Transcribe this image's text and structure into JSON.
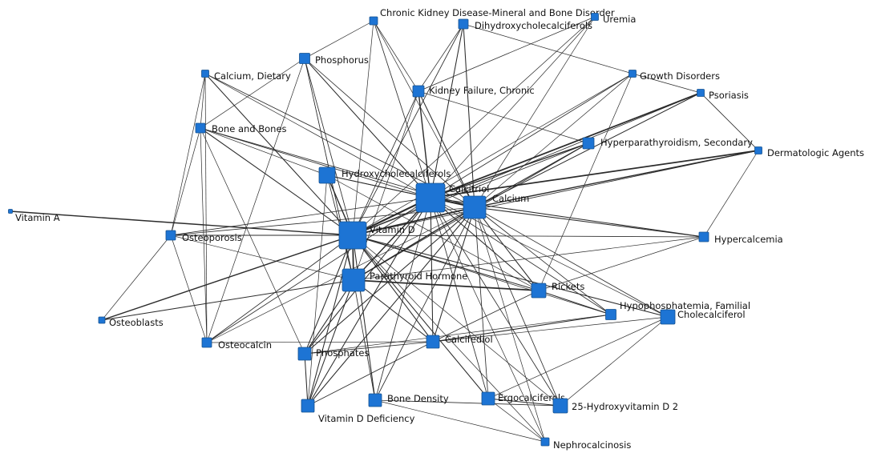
{
  "colors": {
    "node": "#1d74d4",
    "node_border": "#16518f",
    "edge": "#2b2b2b",
    "background": "#ffffff"
  },
  "nodes": [
    {
      "id": "ckd_mbd",
      "label": "Chronic Kidney Disease-Mineral and Bone Disorder"
    },
    {
      "id": "dihydroxy",
      "label": "Dihydroxycholecalciferols"
    },
    {
      "id": "uremia",
      "label": "Uremia"
    },
    {
      "id": "phosphorus",
      "label": "Phosphorus"
    },
    {
      "id": "calcium_dietary",
      "label": "Calcium, Dietary"
    },
    {
      "id": "growth",
      "label": "Growth Disorders"
    },
    {
      "id": "kidney_failure",
      "label": "Kidney Failure, Chronic"
    },
    {
      "id": "psoriasis",
      "label": "Psoriasis"
    },
    {
      "id": "bone_bones",
      "label": "Bone and Bones"
    },
    {
      "id": "hyperpara",
      "label": "Hyperparathyroidism, Secondary"
    },
    {
      "id": "dermatologic",
      "label": "Dermatologic Agents"
    },
    {
      "id": "hydroxychole",
      "label": "Hydroxycholecalciferols"
    },
    {
      "id": "calcitriol",
      "label": "Calcitriol"
    },
    {
      "id": "calcium",
      "label": "Calcium"
    },
    {
      "id": "vitamin_a",
      "label": "Vitamin A"
    },
    {
      "id": "vitamin_d",
      "label": "Vitamin D"
    },
    {
      "id": "osteoporosis",
      "label": "Osteoporosis"
    },
    {
      "id": "hypercalcemia",
      "label": "Hypercalcemia"
    },
    {
      "id": "pth",
      "label": "Parathyroid Hormone"
    },
    {
      "id": "rickets",
      "label": "Rickets"
    },
    {
      "id": "hypophos",
      "label": "Hypophosphatemia, Familial"
    },
    {
      "id": "cholecalciferol",
      "label": "Cholecalciferol"
    },
    {
      "id": "osteoblasts",
      "label": "Osteoblasts"
    },
    {
      "id": "osteocalcin",
      "label": "Osteocalcin"
    },
    {
      "id": "calcifediol",
      "label": "Calcifediol"
    },
    {
      "id": "phosphates",
      "label": "Phosphates"
    },
    {
      "id": "bone_density",
      "label": "Bone Density"
    },
    {
      "id": "ergocalciferols",
      "label": "Ergocalciferols"
    },
    {
      "id": "hydroxyvitd2",
      "label": "25-Hydroxyvitamin D 2"
    },
    {
      "id": "vitd_deficiency",
      "label": "Vitamin D Deficiency"
    },
    {
      "id": "nephrocalcinosis",
      "label": "Nephrocalcinosis"
    }
  ],
  "edges": [
    [
      "vitamin_d",
      "calcitriol",
      3
    ],
    [
      "vitamin_d",
      "calcium",
      2.5
    ],
    [
      "vitamin_d",
      "pth",
      2.5
    ],
    [
      "vitamin_d",
      "hydroxychole",
      2
    ],
    [
      "calcitriol",
      "calcium",
      3
    ],
    [
      "calcitriol",
      "pth",
      2
    ],
    [
      "calcium",
      "pth",
      2
    ],
    [
      "pth",
      "rickets",
      2.5
    ],
    [
      "calcitriol",
      "psoriasis",
      2.5
    ],
    [
      "calcitriol",
      "dermatologic",
      2.5
    ],
    [
      "calcium",
      "dermatologic",
      2
    ],
    [
      "calcium",
      "psoriasis",
      1.5
    ],
    [
      "vitamin_d",
      "vitamin_a",
      2
    ],
    [
      "vitamin_d",
      "osteoblasts",
      2
    ],
    [
      "pth",
      "osteoblasts",
      1.5
    ],
    [
      "calcitriol",
      "hyperpara",
      2
    ],
    [
      "calcium",
      "hyperpara",
      1.5
    ],
    [
      "calcitriol",
      "kidney_failure",
      2
    ],
    [
      "calcium",
      "kidney_failure",
      1.5
    ],
    [
      "calcitriol",
      "dihydroxy",
      1.5
    ],
    [
      "calcium",
      "dihydroxy",
      1.5
    ],
    [
      "vitamin_d",
      "dihydroxy",
      1.2
    ],
    [
      "calcitriol",
      "ckd_mbd",
      1.2
    ],
    [
      "calcitriol",
      "phosphorus",
      1.5
    ],
    [
      "calcium",
      "phosphorus",
      1.2
    ],
    [
      "vitamin_d",
      "phosphorus",
      1.2
    ],
    [
      "pth",
      "phosphorus",
      1
    ],
    [
      "calcium_dietary",
      "vitamin_d",
      1.5
    ],
    [
      "calcium_dietary",
      "calcium",
      1.2
    ],
    [
      "calcium_dietary",
      "calcitriol",
      1
    ],
    [
      "bone_bones",
      "vitamin_d",
      1.5
    ],
    [
      "bone_bones",
      "calcitriol",
      1.2
    ],
    [
      "bone_bones",
      "calcium",
      1.2
    ],
    [
      "bone_bones",
      "hydroxychole",
      1
    ],
    [
      "osteoporosis",
      "vitamin_d",
      1.5
    ],
    [
      "osteoporosis",
      "calcium",
      1.2
    ],
    [
      "osteoporosis",
      "calcitriol",
      1.2
    ],
    [
      "osteoporosis",
      "pth",
      1
    ],
    [
      "calcium",
      "hypercalcemia",
      1.5
    ],
    [
      "calcitriol",
      "hypercalcemia",
      1.5
    ],
    [
      "vitamin_d",
      "hypercalcemia",
      1.2
    ],
    [
      "rickets",
      "hypophos",
      1.5
    ],
    [
      "calcitriol",
      "rickets",
      1.5
    ],
    [
      "calcium",
      "rickets",
      1.5
    ],
    [
      "vitamin_d",
      "rickets",
      1.5
    ],
    [
      "calcitriol",
      "hypophos",
      1.2
    ],
    [
      "calcium",
      "hypophos",
      1.2
    ],
    [
      "vitamin_d",
      "cholecalciferol",
      1.5
    ],
    [
      "calcium",
      "cholecalciferol",
      1.2
    ],
    [
      "calcifediol",
      "vitamin_d",
      1.5
    ],
    [
      "calcifediol",
      "calcitriol",
      1.5
    ],
    [
      "calcifediol",
      "calcium",
      1.5
    ],
    [
      "calcifediol",
      "pth",
      1.5
    ],
    [
      "calcifediol",
      "rickets",
      1.2
    ],
    [
      "calcifediol",
      "hypophos",
      1.5
    ],
    [
      "calcifediol",
      "phosphates",
      1.2
    ],
    [
      "phosphates",
      "calcitriol",
      1.5
    ],
    [
      "phosphates",
      "calcium",
      1.5
    ],
    [
      "phosphates",
      "vitamin_d",
      1.5
    ],
    [
      "phosphates",
      "pth",
      1.5
    ],
    [
      "bone_density",
      "vitamin_d",
      1.5
    ],
    [
      "bone_density",
      "calcitriol",
      1.2
    ],
    [
      "bone_density",
      "calcium",
      1.2
    ],
    [
      "bone_density",
      "pth",
      1.2
    ],
    [
      "ergocalciferols",
      "vitamin_d",
      1.5
    ],
    [
      "ergocalciferols",
      "calcitriol",
      1.2
    ],
    [
      "ergocalciferols",
      "calcium",
      1.2
    ],
    [
      "ergocalciferols",
      "hydroxyvitd2",
      1.5
    ],
    [
      "hydroxyvitd2",
      "calcitriol",
      1.2
    ],
    [
      "hydroxyvitd2",
      "calcium",
      1.2
    ],
    [
      "hydroxyvitd2",
      "vitamin_d",
      1
    ],
    [
      "hydroxyvitd2",
      "bone_density",
      1.2
    ],
    [
      "vitd_deficiency",
      "vitamin_d",
      1.5
    ],
    [
      "vitd_deficiency",
      "calcitriol",
      1.5
    ],
    [
      "vitd_deficiency",
      "calcium",
      1.5
    ],
    [
      "vitd_deficiency",
      "pth",
      1.5
    ],
    [
      "vitd_deficiency",
      "phosphates",
      1.5
    ],
    [
      "vitd_deficiency",
      "calcifediol",
      1.2
    ],
    [
      "vitd_deficiency",
      "hydroxychole",
      1
    ],
    [
      "nephrocalcinosis",
      "calcitriol",
      1
    ],
    [
      "nephrocalcinosis",
      "calcium",
      1
    ],
    [
      "nephrocalcinosis",
      "vitamin_d",
      1
    ],
    [
      "nephrocalcinosis",
      "bone_density",
      1
    ],
    [
      "nephrocalcinosis",
      "ergocalciferols",
      1
    ],
    [
      "osteocalcin",
      "vitamin_d",
      1.2
    ],
    [
      "osteocalcin",
      "calcitriol",
      1.2
    ],
    [
      "osteocalcin",
      "calcium",
      1
    ],
    [
      "osteocalcin",
      "calcifediol",
      1
    ],
    [
      "hydroxychole",
      "calcitriol",
      1.5
    ],
    [
      "hydroxychole",
      "calcium",
      1.2
    ],
    [
      "hydroxychole",
      "pth",
      1.2
    ],
    [
      "hydroxychole",
      "rickets",
      1
    ],
    [
      "growth",
      "calcitriol",
      1.2
    ],
    [
      "growth",
      "calcium",
      1
    ],
    [
      "growth",
      "vitamin_d",
      1
    ],
    [
      "growth",
      "rickets",
      1
    ],
    [
      "growth",
      "psoriasis",
      1
    ],
    [
      "uremia",
      "calcitriol",
      1
    ],
    [
      "uremia",
      "calcium",
      1
    ],
    [
      "uremia",
      "vitamin_d",
      1
    ],
    [
      "uremia",
      "kidney_failure",
      1
    ],
    [
      "ckd_mbd",
      "calcium",
      1
    ],
    [
      "ckd_mbd",
      "vitamin_d",
      1
    ],
    [
      "ckd_mbd",
      "phosphorus",
      1
    ],
    [
      "ckd_mbd",
      "kidney_failure",
      1
    ],
    [
      "kidney_failure",
      "vitamin_d",
      1.2
    ],
    [
      "kidney_failure",
      "pth",
      1
    ],
    [
      "kidney_failure",
      "hyperpara",
      1
    ],
    [
      "hyperpara",
      "vitamin_d",
      1.2
    ],
    [
      "hyperpara",
      "pth",
      1.2
    ],
    [
      "dihydroxy",
      "kidney_failure",
      1
    ],
    [
      "dihydroxy",
      "growth",
      1
    ],
    [
      "psoriasis",
      "dermatologic",
      1.2
    ],
    [
      "psoriasis",
      "vitamin_d",
      1.2
    ],
    [
      "dermatologic",
      "vitamin_d",
      1.2
    ],
    [
      "dermatologic",
      "hypercalcemia",
      1
    ],
    [
      "bone_bones",
      "osteocalcin",
      1
    ],
    [
      "bone_bones",
      "osteoporosis",
      1
    ],
    [
      "osteoporosis",
      "osteoblasts",
      1
    ],
    [
      "osteoporosis",
      "osteocalcin",
      1
    ],
    [
      "bone_bones",
      "phosphates",
      1
    ],
    [
      "calcium_dietary",
      "bone_bones",
      1
    ],
    [
      "calcium_dietary",
      "osteoporosis",
      1
    ],
    [
      "cholecalciferol",
      "calcitriol",
      1
    ],
    [
      "cholecalciferol",
      "calcifediol",
      1
    ],
    [
      "cholecalciferol",
      "ergocalciferols",
      1
    ],
    [
      "cholecalciferol",
      "hydroxyvitd2",
      1
    ],
    [
      "hypercalcemia",
      "pth",
      1
    ],
    [
      "hypercalcemia",
      "rickets",
      1
    ],
    [
      "hypophos",
      "phosphates",
      1
    ],
    [
      "hypophos",
      "vitamin_d",
      1
    ],
    [
      "phosphorus",
      "pth",
      1
    ],
    [
      "phosphorus",
      "bone_bones",
      1
    ],
    [
      "phosphorus",
      "osteocalcin",
      1
    ],
    [
      "calcium_dietary",
      "osteocalcin",
      1
    ]
  ]
}
